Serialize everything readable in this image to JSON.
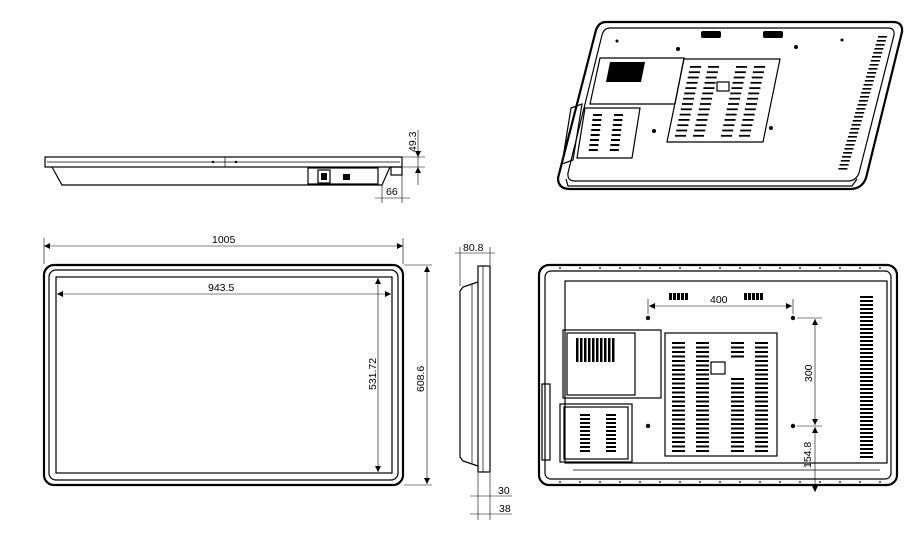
{
  "dimensions": {
    "top_depth": "49.3",
    "top_stand": "66",
    "overall_width": "1005",
    "screen_width": "943.5",
    "screen_height": "531.72",
    "overall_height": "608.6",
    "side_depth": "80.8",
    "side_bezel": "30",
    "side_bottom": "38",
    "vesa_horizontal": "400",
    "vesa_vertical": "300",
    "vesa_offset": "154.8"
  }
}
